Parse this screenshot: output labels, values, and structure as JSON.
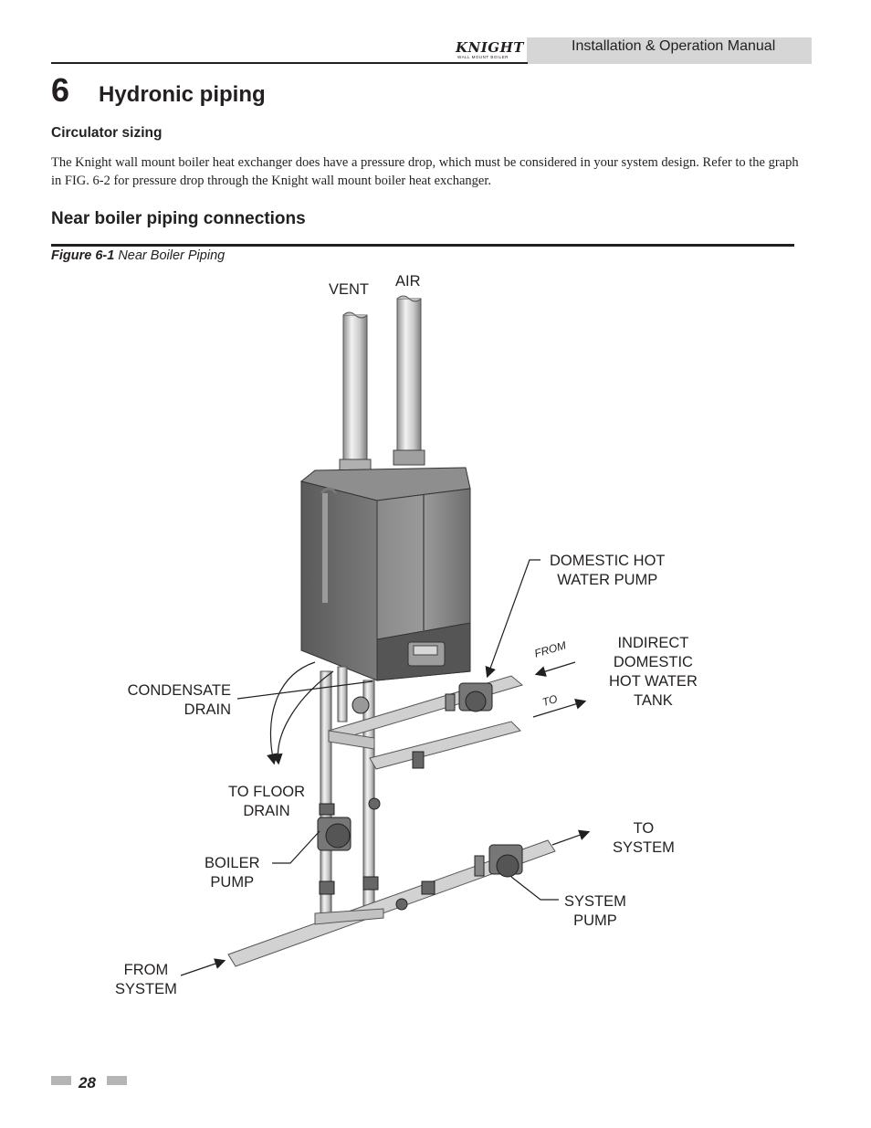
{
  "header": {
    "logo_text": "KNIGHT",
    "logo_subtitle": "WALL MOUNT BOILER",
    "manual_title": "Installation & Operation Manual"
  },
  "chapter": {
    "number": "6",
    "title": "Hydronic piping"
  },
  "circulator": {
    "heading": "Circulator sizing",
    "body": "The Knight wall mount boiler heat exchanger does have a pressure drop, which must be considered in your system design.  Refer to the graph in FIG. 6-2 for pressure drop through the Knight wall mount boiler heat exchanger."
  },
  "near_boiler": {
    "heading": "Near boiler piping connections",
    "figure_label": "Figure 6-1",
    "figure_title": "Near Boiler Piping"
  },
  "diagram_labels": {
    "vent": "VENT",
    "air": "AIR",
    "domestic_hot_water_pump": "DOMESTIC HOT\nWATER PUMP",
    "indirect_tank": "INDIRECT\nDOMESTIC\nHOT WATER\nTANK",
    "from_small": "FROM",
    "to_small": "TO",
    "condensate_drain": "CONDENSATE\nDRAIN",
    "to_floor_drain": "TO FLOOR\nDRAIN",
    "boiler_pump": "BOILER\nPUMP",
    "to_system": "TO\nSYSTEM",
    "system_pump": "SYSTEM\nPUMP",
    "from_system": "FROM\nSYSTEM"
  },
  "footer": {
    "page_number": "28"
  },
  "colors": {
    "boiler_body": "#6f6f6f",
    "pipe": "#cfcfcf",
    "header_band": "#d6d6d6",
    "text": "#231f20"
  }
}
